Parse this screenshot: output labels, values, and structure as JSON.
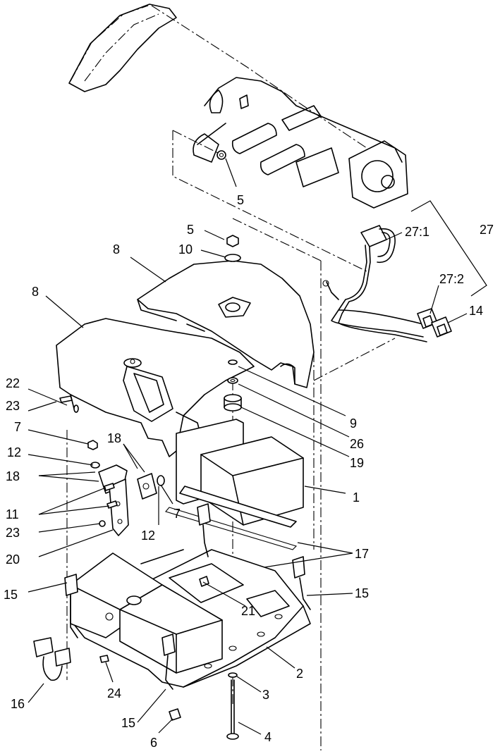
{
  "callouts": [
    {
      "id": "c5a",
      "text": "5"
    },
    {
      "id": "c5b",
      "text": "5"
    },
    {
      "id": "c10",
      "text": "10"
    },
    {
      "id": "c8a",
      "text": "8"
    },
    {
      "id": "c8b",
      "text": "8"
    },
    {
      "id": "c27_1",
      "text": "27:1"
    },
    {
      "id": "c27",
      "text": "27"
    },
    {
      "id": "c27_2",
      "text": "27:2"
    },
    {
      "id": "c14",
      "text": "14"
    },
    {
      "id": "c22",
      "text": "22"
    },
    {
      "id": "c23a",
      "text": "23"
    },
    {
      "id": "c9",
      "text": "9"
    },
    {
      "id": "c26",
      "text": "26"
    },
    {
      "id": "c19",
      "text": "19"
    },
    {
      "id": "c7a",
      "text": "7"
    },
    {
      "id": "c18a",
      "text": "18"
    },
    {
      "id": "c12a",
      "text": "12"
    },
    {
      "id": "c18b",
      "text": "18"
    },
    {
      "id": "c1",
      "text": "1"
    },
    {
      "id": "c7b",
      "text": "7"
    },
    {
      "id": "c11",
      "text": "11"
    },
    {
      "id": "c12b",
      "text": "12"
    },
    {
      "id": "c23b",
      "text": "23"
    },
    {
      "id": "c17",
      "text": "17"
    },
    {
      "id": "c20",
      "text": "20"
    },
    {
      "id": "c15a",
      "text": "15"
    },
    {
      "id": "c15b",
      "text": "15"
    },
    {
      "id": "c21",
      "text": "21"
    },
    {
      "id": "c2",
      "text": "2"
    },
    {
      "id": "c3",
      "text": "3"
    },
    {
      "id": "c24",
      "text": "24"
    },
    {
      "id": "c16",
      "text": "16"
    },
    {
      "id": "c15c",
      "text": "15"
    },
    {
      "id": "c6",
      "text": "6"
    },
    {
      "id": "c4",
      "text": "4"
    }
  ],
  "part_icons": {
    "frame": "machine-frame-icon",
    "cover_upper": "battery-cover-icon",
    "cover_lower": "battery-cover-icon",
    "battery": "battery-icon",
    "tray": "battery-tray-icon",
    "cable_harness": "cable-harness-icon",
    "connector": "connector-icon",
    "bolt": "bolt-icon",
    "nut": "nut-icon",
    "washer": "washer-icon"
  }
}
